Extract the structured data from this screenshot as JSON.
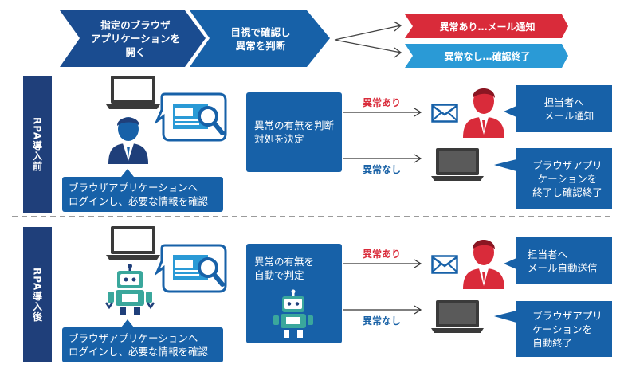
{
  "flow": {
    "step1": "指定のブラウザ\nアプリケーションを\n開く",
    "step2": "目視で確認し\n異常を判断",
    "result_abnormal": "異常あり…メール通知",
    "result_normal": "異常なし…確認終了"
  },
  "before": {
    "side_label": "RPA導入前",
    "browser_box": "ブラウザアプリケーションへ\nログインし、必要な情報を確認",
    "decision_box": "異常の有無を判断\n対処を決定",
    "label_abnormal": "異常あり",
    "label_normal": "異常なし",
    "callout_abnormal": "担当者へ\nメール通知",
    "callout_normal": "ブラウザアプリ\nケーションを\n終了し確認終了"
  },
  "after": {
    "side_label": "RPA導入後",
    "browser_box": "ブラウザアプリケーションへ\nログインし、必要な情報を確認",
    "decision_box": "異常の有無を\n自動で判定",
    "label_abnormal": "異常あり",
    "label_normal": "異常なし",
    "callout_abnormal": "担当者へ\nメール自動送信",
    "callout_normal": "ブラウザアプリ\nケーションを\n自動終了"
  },
  "colors": {
    "navy": "#1f3f7a",
    "blue": "#1761a8",
    "red": "#d92b3a",
    "light_blue": "#2a9ad6"
  },
  "icons": [
    "laptop-icon",
    "person-icon",
    "robot-icon",
    "speech-bubble-icon",
    "magnifier-icon",
    "mail-icon",
    "manager-icon"
  ]
}
